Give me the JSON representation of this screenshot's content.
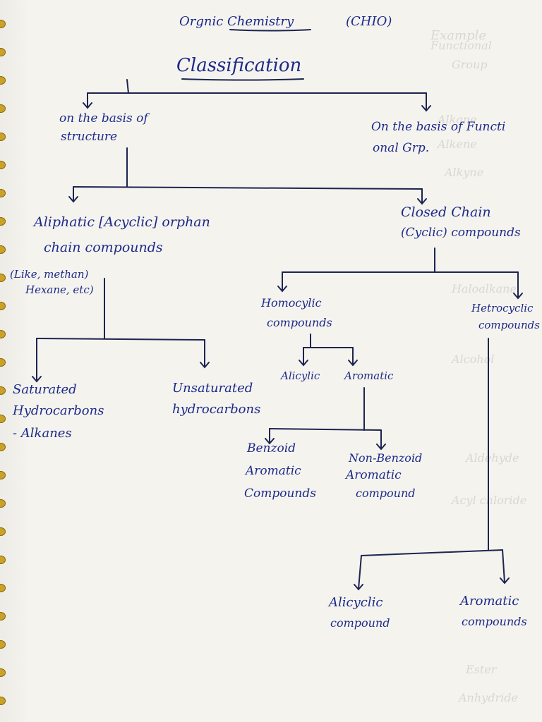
{
  "page": {
    "title": "Orgnic Chemistry",
    "code": "(CHIO)",
    "subtitle": "Classification"
  },
  "nodes": {
    "structure_basis": [
      "on the basis of",
      "structure"
    ],
    "functional_basis": [
      "On the basis of Functi",
      "onal Grp."
    ],
    "aliphatic": [
      "Aliphatic [Acyclic] orphan",
      "chain compounds"
    ],
    "aliphatic_examples": [
      "(Like, methan)",
      "Hexane, etc)"
    ],
    "closed_chain": [
      "Closed Chain",
      "(Cyclic) compounds"
    ],
    "saturated": [
      "Saturated",
      "Hydrocarbons",
      "- Alkanes"
    ],
    "unsaturated": [
      "Unsaturated",
      "hydrocarbons"
    ],
    "homocyclic": [
      "Homocylic",
      "compounds"
    ],
    "heterocyclic": [
      "Hetrocyclic",
      "compounds"
    ],
    "alicylic": "Alicylic",
    "aromatic": "Aromatic",
    "benzoid": [
      "Benzoid",
      "Aromatic",
      "Compounds"
    ],
    "non_benzoid": [
      "Non-Benzoid",
      "Aromatic",
      "compound"
    ],
    "alicyclic_compound": [
      "Alicyclic",
      "compound"
    ],
    "aromatic_compounds": [
      "Aromatic",
      "compounds"
    ]
  },
  "colors": {
    "ink": "#1c2a8a",
    "paper": "#f5f3ee",
    "spiral": "#c9a227"
  }
}
